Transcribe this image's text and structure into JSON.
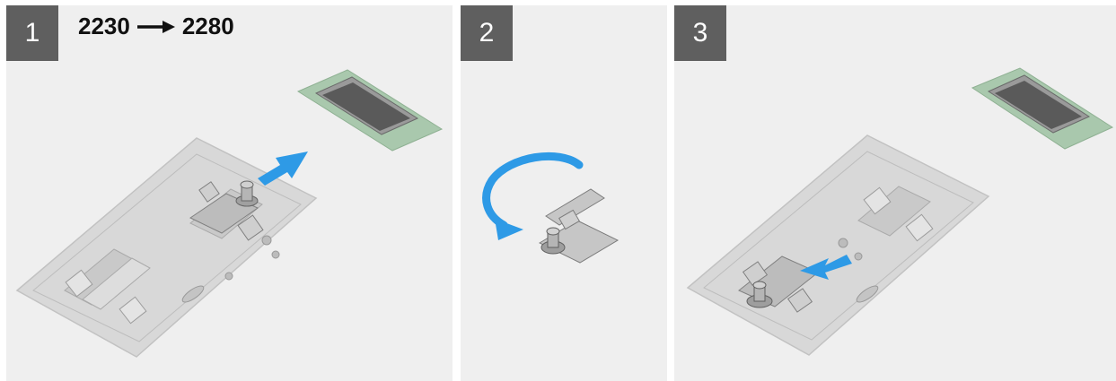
{
  "steps": [
    {
      "number": "1",
      "from": "2230",
      "to": "2280"
    },
    {
      "number": "2"
    },
    {
      "number": "3"
    }
  ],
  "colors": {
    "panel_background": "#efefef",
    "badge_background": "#5f5f5f",
    "arrow_blue": "#2e9ae6",
    "board_green": "#a9c8ad",
    "plate_silver": "#d9d9d9"
  },
  "icons": {
    "direction_arrow": "right-arrow-icon",
    "rotate_arrow": "rotate-arrow-icon",
    "slide_arrow": "blue-arrow-icon"
  }
}
